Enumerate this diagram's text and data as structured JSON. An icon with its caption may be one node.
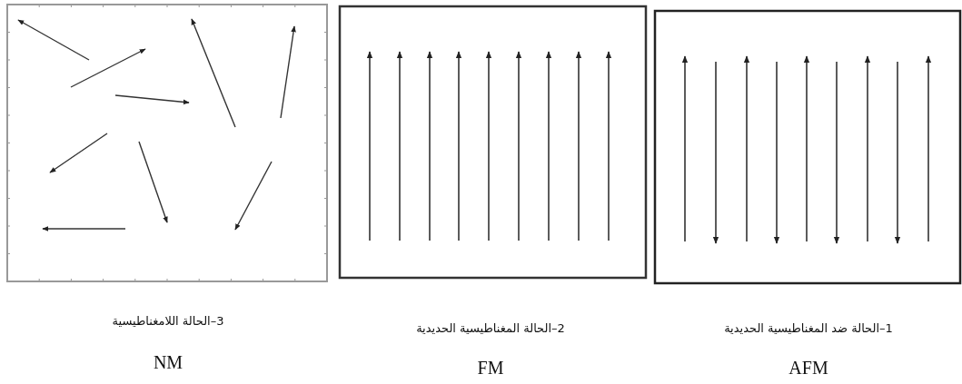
{
  "diagram": {
    "labels": [
      "3–الحالة اللامغناطيسية",
      "NM",
      "2–الحالة المغناطيسية الحديدية",
      "FM",
      "1–الحالة ضد المغناطيسية الحديدية",
      "AFM"
    ]
  }
}
